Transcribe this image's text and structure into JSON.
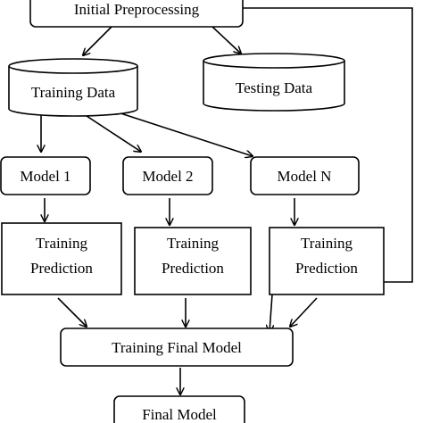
{
  "diagram": {
    "nodes": {
      "initial_preprocessing": "Initial Preprocessing",
      "training_data": "Training Data",
      "testing_data": "Testing Data",
      "model_1": "Model 1",
      "model_2": "Model 2",
      "model_n": "Model N",
      "training_prediction_1": [
        "Training",
        "Prediction"
      ],
      "training_prediction_2": [
        "Training",
        "Prediction"
      ],
      "training_prediction_n": [
        "Training",
        "Prediction"
      ],
      "training_final_model": "Training Final Model",
      "final_model": "Final Model"
    },
    "edges": [
      {
        "from": "initial_preprocessing",
        "to": "training_data"
      },
      {
        "from": "initial_preprocessing",
        "to": "testing_data"
      },
      {
        "from": "initial_preprocessing",
        "to": "training_final_model"
      },
      {
        "from": "training_data",
        "to": "model_1"
      },
      {
        "from": "training_data",
        "to": "model_2"
      },
      {
        "from": "training_data",
        "to": "model_n"
      },
      {
        "from": "model_1",
        "to": "training_prediction_1"
      },
      {
        "from": "model_2",
        "to": "training_prediction_2"
      },
      {
        "from": "model_n",
        "to": "training_prediction_n"
      },
      {
        "from": "training_prediction_1",
        "to": "training_final_model"
      },
      {
        "from": "training_prediction_2",
        "to": "training_final_model"
      },
      {
        "from": "training_prediction_n",
        "to": "training_final_model"
      },
      {
        "from": "training_final_model",
        "to": "final_model"
      }
    ],
    "colors": {
      "stroke": "#000000",
      "fill": "#ffffff",
      "text": "#000000"
    }
  }
}
